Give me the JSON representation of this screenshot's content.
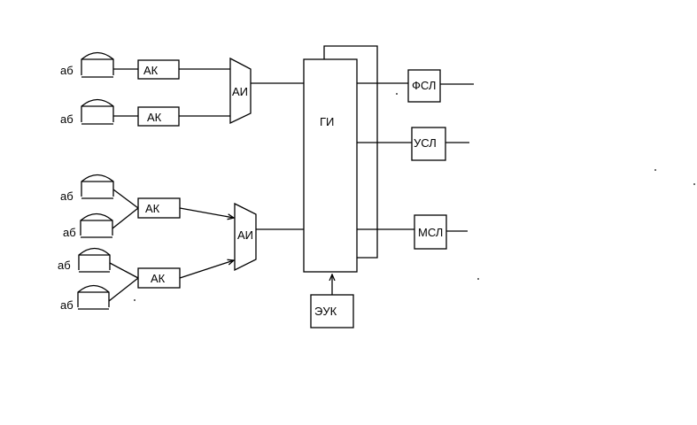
{
  "subscribers": {
    "label": "аб"
  },
  "blocks": {
    "ak": "АК",
    "ai": "АИ",
    "gi": "ГИ",
    "fsl": "ФСЛ",
    "usl": "УСЛ",
    "msl": "МСЛ",
    "euk": "ЭУК"
  }
}
